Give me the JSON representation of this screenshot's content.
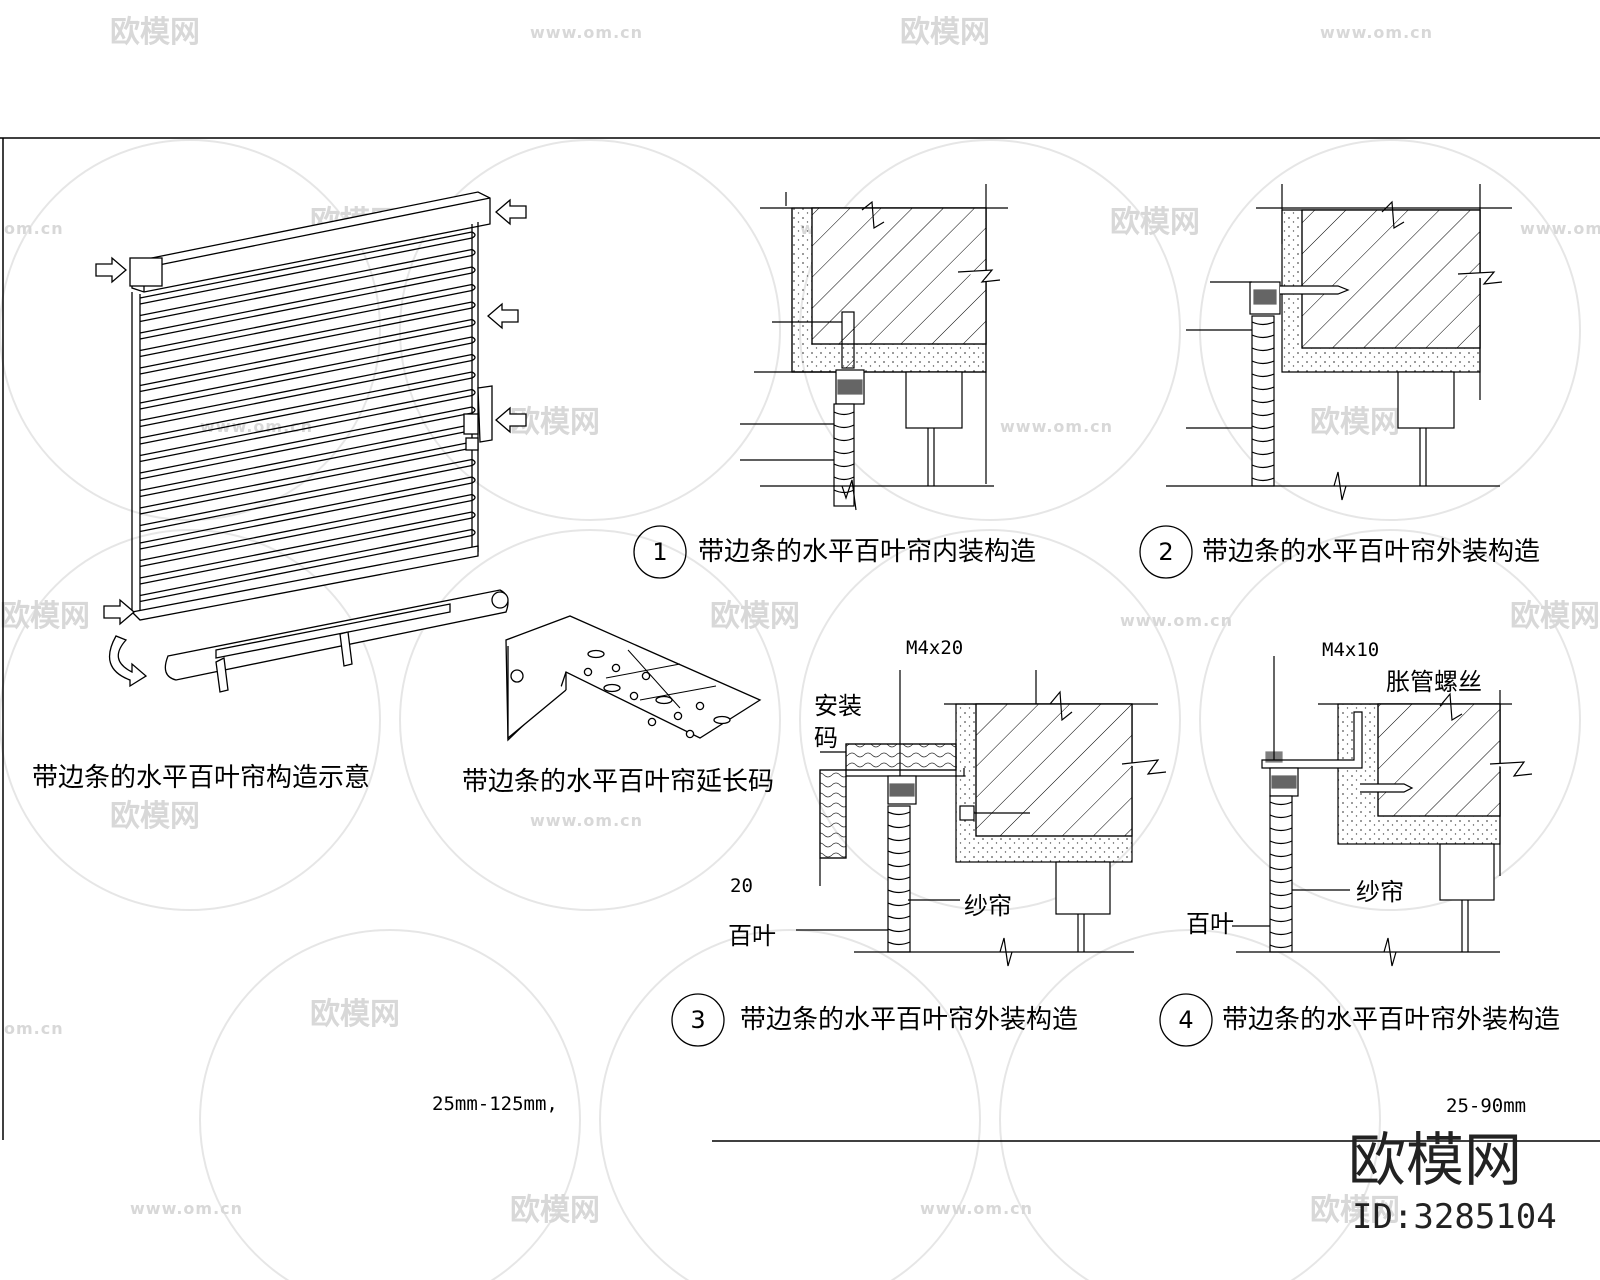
{
  "watermark": {
    "brand": "欧模网",
    "url": "www.om.cn",
    "url_short": "om.cn"
  },
  "overview": {
    "caption": "带边条的水平百叶帘构造示意",
    "bracket_caption": "带边条的水平百叶帘延长码"
  },
  "details": [
    {
      "num": "1",
      "caption": "带边条的水平百叶帘内装构造"
    },
    {
      "num": "2",
      "caption": "带边条的水平百叶帘外装构造"
    },
    {
      "num": "3",
      "caption": "带边条的水平百叶帘外装构造",
      "screw": "M4x20",
      "mount_label_1": "安装",
      "mount_label_2": "码",
      "dim": "20",
      "label_slat": "百叶",
      "label_screen": "纱帘"
    },
    {
      "num": "4",
      "caption": "带边条的水平百叶帘外装构造",
      "screw": "M4x10",
      "anchor_label": "胀管螺丝",
      "label_slat": "百叶",
      "label_screen": "纱帘"
    }
  ],
  "notes": {
    "left_range": "25mm-125mm,",
    "right_range": "25-90mm"
  },
  "brand_stamp": {
    "name": "欧模网",
    "id": "ID:3285104"
  },
  "colors": {
    "line": "#000000",
    "watermark": "#d8d8d8",
    "hatch": "#000000"
  }
}
